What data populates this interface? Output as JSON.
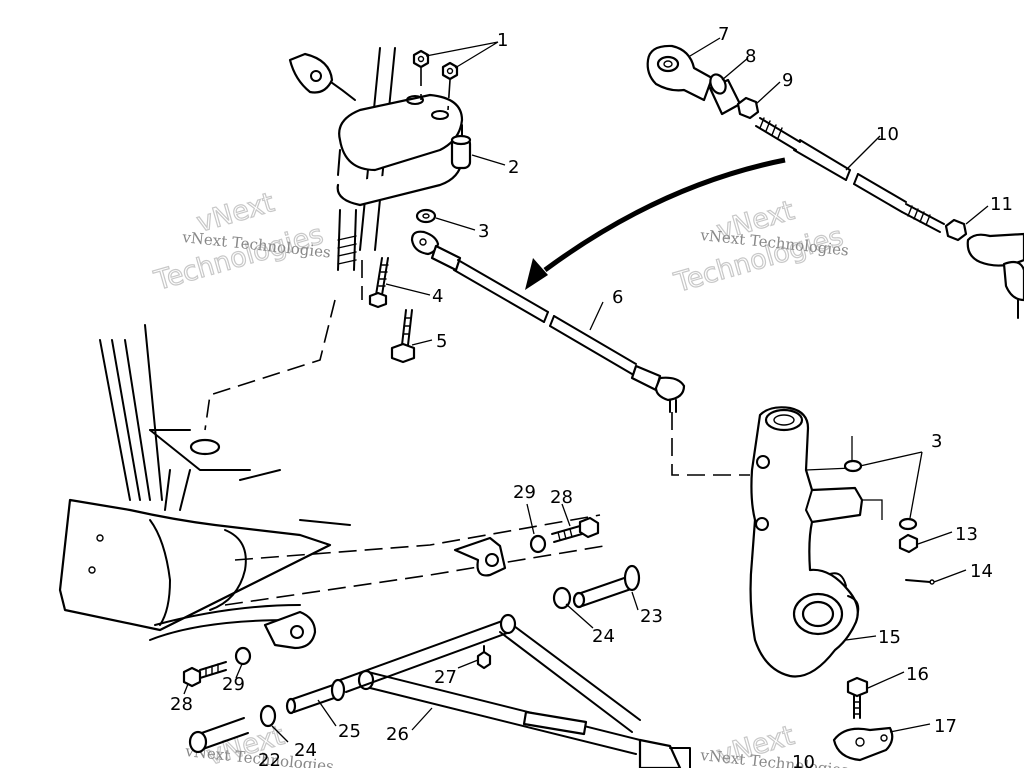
{
  "callouts": [
    {
      "id": "1",
      "label": "1"
    },
    {
      "id": "2",
      "label": "2"
    },
    {
      "id": "3a",
      "label": "3"
    },
    {
      "id": "3b",
      "label": "3"
    },
    {
      "id": "4",
      "label": "4"
    },
    {
      "id": "5",
      "label": "5"
    },
    {
      "id": "6",
      "label": "6"
    },
    {
      "id": "7",
      "label": "7"
    },
    {
      "id": "8",
      "label": "8"
    },
    {
      "id": "9",
      "label": "9"
    },
    {
      "id": "10",
      "label": "10"
    },
    {
      "id": "11",
      "label": "11"
    },
    {
      "id": "13",
      "label": "13"
    },
    {
      "id": "14",
      "label": "14"
    },
    {
      "id": "15",
      "label": "15"
    },
    {
      "id": "16",
      "label": "16"
    },
    {
      "id": "17",
      "label": "17"
    },
    {
      "id": "23",
      "label": "23"
    },
    {
      "id": "24a",
      "label": "24"
    },
    {
      "id": "24b",
      "label": "24"
    },
    {
      "id": "25",
      "label": "25"
    },
    {
      "id": "26",
      "label": "26"
    },
    {
      "id": "27",
      "label": "27"
    },
    {
      "id": "28a",
      "label": "28"
    },
    {
      "id": "28b",
      "label": "28"
    },
    {
      "id": "29a",
      "label": "29"
    },
    {
      "id": "29b",
      "label": "29"
    },
    {
      "id": "22",
      "label": "22"
    },
    {
      "id": "10b",
      "label": "10"
    }
  ],
  "watermark": {
    "line1": "vNext Technologies",
    "line2": "vNext",
    "line3": "Technologies"
  }
}
